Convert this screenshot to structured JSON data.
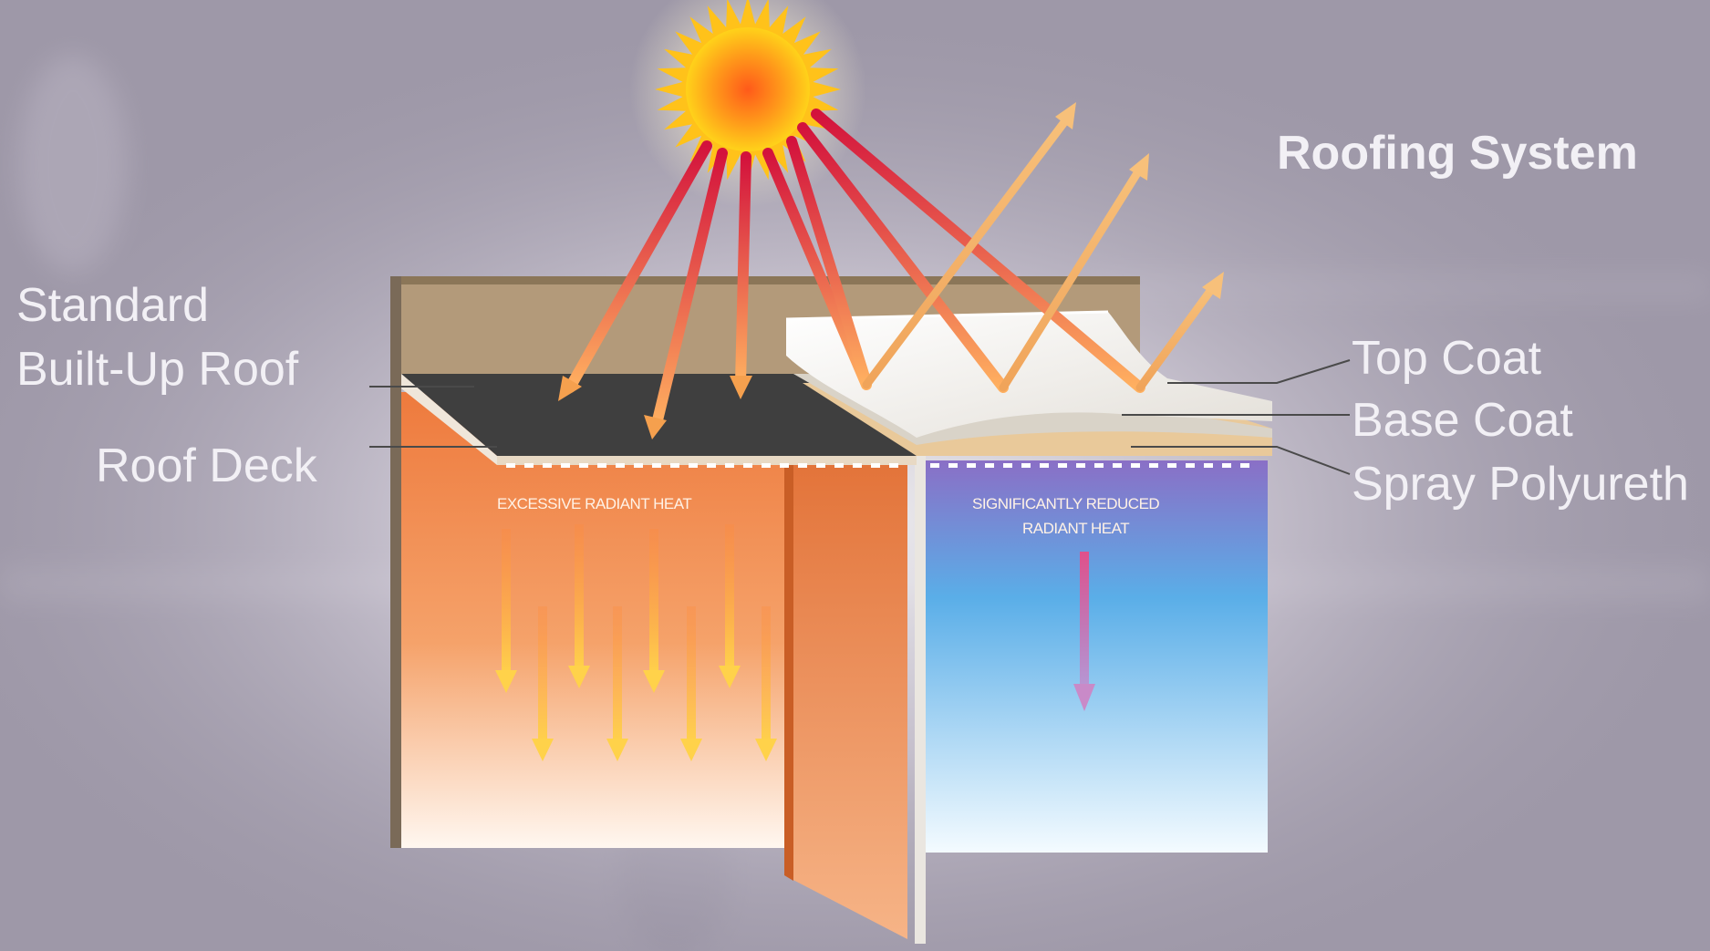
{
  "title": "Roofing System",
  "labels": {
    "standard_line1": "Standard",
    "standard_line2": "Built-Up Roof",
    "roof_deck": "Roof Deck",
    "top_coat": "Top Coat",
    "base_coat": "Base Coat",
    "spray_foam": "Spray Polyureth"
  },
  "panels": {
    "left_caption": "EXCESSIVE RADIANT HEAT",
    "right_caption_line1": "SIGNIFICANTLY REDUCED",
    "right_caption_line2": "RADIANT HEAT"
  },
  "colors": {
    "background": "#9e98a8",
    "sun": "#ff9a1a",
    "hot_panel_top": "#ef7a3c",
    "cool_panel_top": "#8d73c8",
    "cool_panel_mid": "#5aaee8",
    "roof_black": "#3f3f3f",
    "roof_beige": "#b39a7a",
    "top_coat": "#f4f2ee"
  }
}
